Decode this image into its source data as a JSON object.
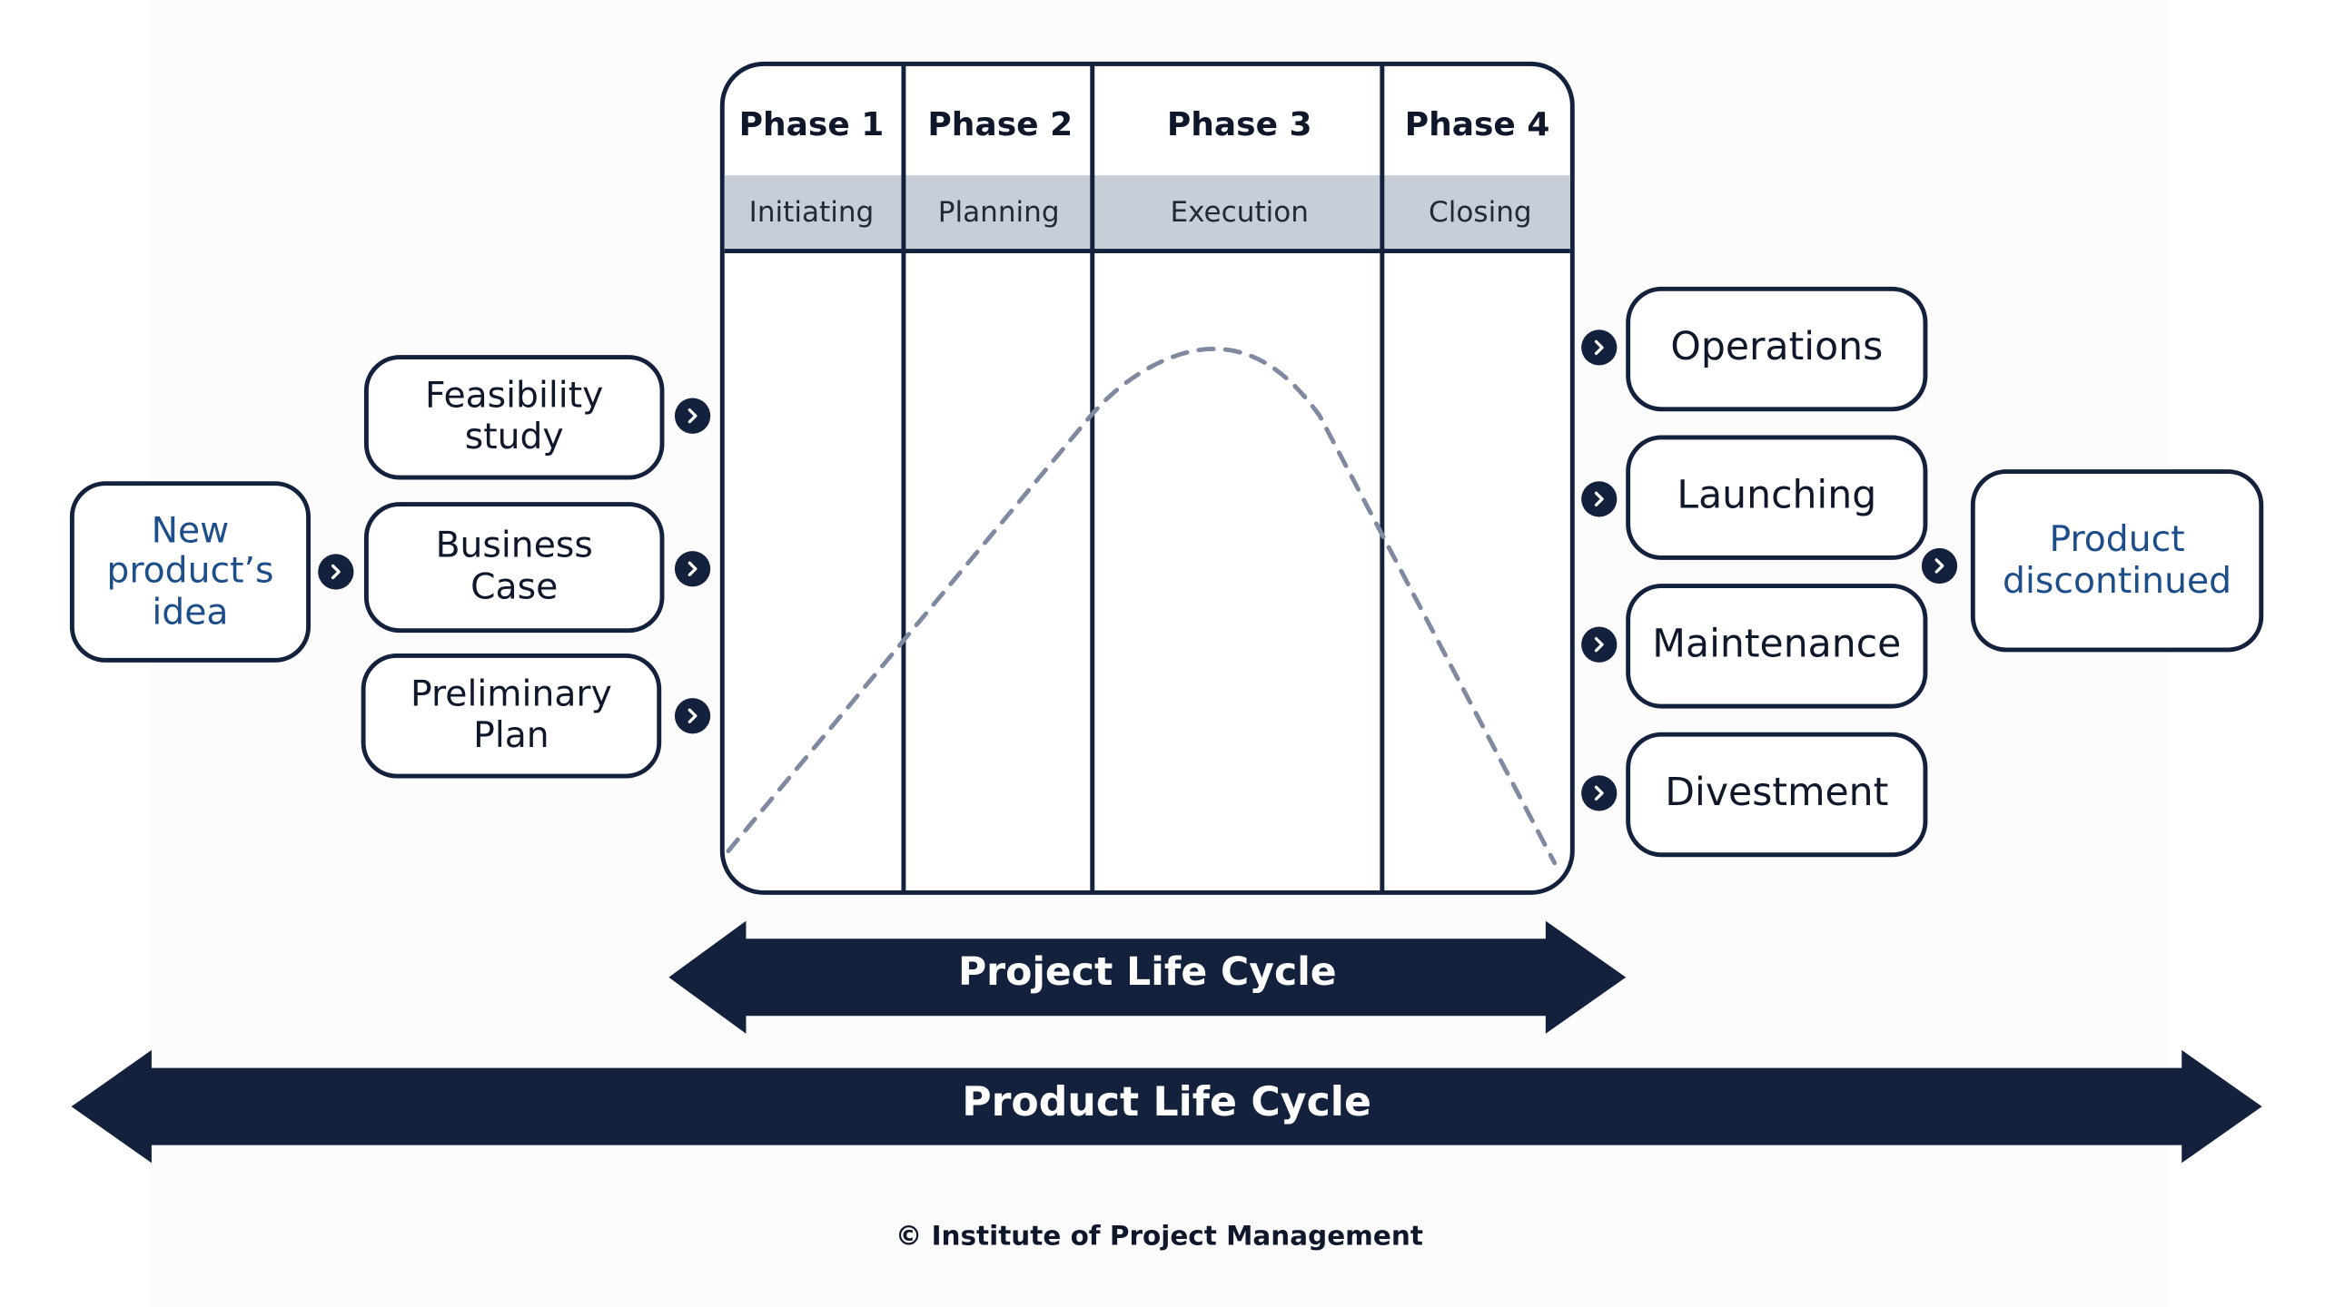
{
  "diagram": {
    "phases": [
      {
        "name": "Phase 1",
        "stage": "Initiating"
      },
      {
        "name": "Phase 2",
        "stage": "Planning"
      },
      {
        "name": "Phase 3",
        "stage": "Execution"
      },
      {
        "name": "Phase 4",
        "stage": "Closing"
      }
    ],
    "idea": {
      "label": "New\nproduct’s\nidea"
    },
    "inputs": [
      {
        "label": "Feasibility\nstudy"
      },
      {
        "label": "Business\nCase"
      },
      {
        "label": "Preliminary\nPlan"
      }
    ],
    "outcomes": [
      {
        "label": "Operations"
      },
      {
        "label": "Launching"
      },
      {
        "label": "Maintenance"
      },
      {
        "label": "Divestment"
      }
    ],
    "end": {
      "label": "Product\ndiscontinued"
    },
    "project_life_cycle": "Project Life Cycle",
    "product_life_cycle": "Product Life Cycle",
    "footer": "© Institute of Project Management",
    "colors": {
      "navy": "#14213d",
      "blue_text": "#1d4e89",
      "header_fill": "#c8ced8",
      "curve": "#7f8aa0"
    }
  }
}
